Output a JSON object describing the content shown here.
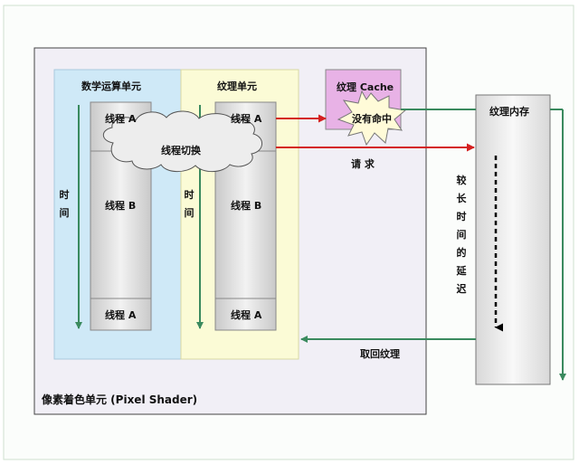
{
  "labels": {
    "math_unit": "数学运算单元",
    "texture_unit": "纹理单元",
    "texture_cache": "纹理 Cache",
    "miss": "没有命中",
    "texture_memory": "纹理内存",
    "thread_switch": "线程切换",
    "thread_a": "线程 A",
    "thread_b": "线程 B",
    "time": "时间",
    "request": "请 求",
    "long_latency": "较长时间的延迟",
    "fetch_texture": "取回纹理",
    "pixel_shader": "像素着色单元 (Pixel Shader)"
  },
  "colors": {
    "math_bg": "#cfe9f7",
    "texture_bg": "#fbfbd6",
    "cache_bg": "#e8b2e6",
    "green": "#3a8a5e",
    "red": "#d42020",
    "thread_bg": "#dedede"
  }
}
